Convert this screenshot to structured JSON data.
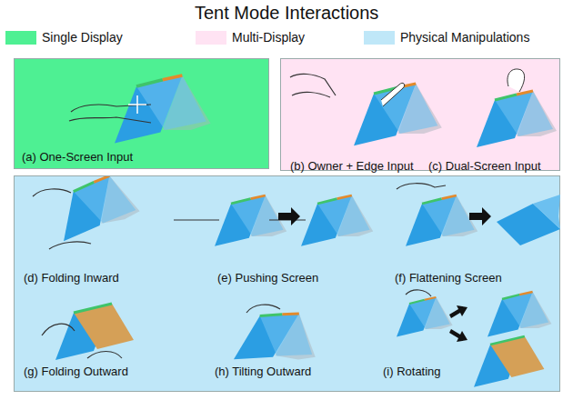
{
  "diagram": {
    "title": "Tent Mode Interactions",
    "nodes": [
      {
        "text": [
          "(a) One-Screen Input"
        ]
      },
      {
        "text": [
          "(b) Owner + Edge Input",
          "(c) Dual-Screen Input"
        ]
      },
      {
        "text": [
          "(d) Folding Inward",
          "(e) Pushing Screen",
          "(f) Flattening Screen",
          "(g) Folding Outward",
          "(h) Tilting Outward",
          "(i) Rotating"
        ]
      }
    ],
    "legend": [
      {
        "text": "Single Display",
        "color": "#4ef093"
      },
      {
        "text": "Multi-Display",
        "color": "#ffe3f3"
      },
      {
        "text": "Physical Manipulations",
        "color": "#bfe7f8"
      }
    ]
  }
}
